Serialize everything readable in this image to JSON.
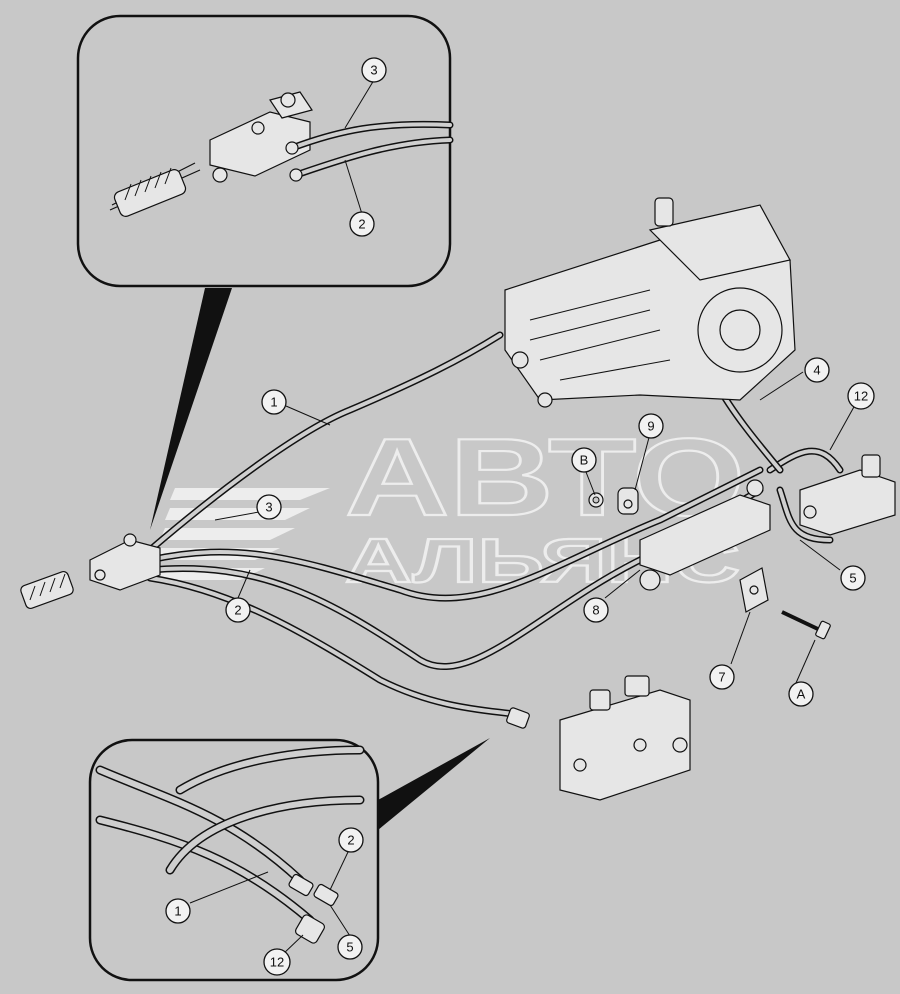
{
  "colors": {
    "background": "#c8c8c8",
    "line": "#111111",
    "callout_fill": "#f2f2f2",
    "watermark": "#f2f2f2"
  },
  "watermark": {
    "line1": "АВТО",
    "line2": "АЛЬЯНС",
    "logo": "stripes-logo"
  },
  "callouts": [
    {
      "id": "c-top-3",
      "label": "3"
    },
    {
      "id": "c-top-2",
      "label": "2"
    },
    {
      "id": "c-1",
      "label": "1"
    },
    {
      "id": "c-3",
      "label": "3"
    },
    {
      "id": "c-2",
      "label": "2"
    },
    {
      "id": "c-4",
      "label": "4"
    },
    {
      "id": "c-9",
      "label": "9"
    },
    {
      "id": "c-B",
      "label": "B"
    },
    {
      "id": "c-12",
      "label": "12"
    },
    {
      "id": "c-8",
      "label": "8"
    },
    {
      "id": "c-5",
      "label": "5"
    },
    {
      "id": "c-7",
      "label": "7"
    },
    {
      "id": "c-A",
      "label": "A"
    },
    {
      "id": "c-bot-2",
      "label": "2"
    },
    {
      "id": "c-bot-1",
      "label": "1"
    },
    {
      "id": "c-bot-5",
      "label": "5"
    },
    {
      "id": "c-bot-12",
      "label": "12"
    }
  ]
}
